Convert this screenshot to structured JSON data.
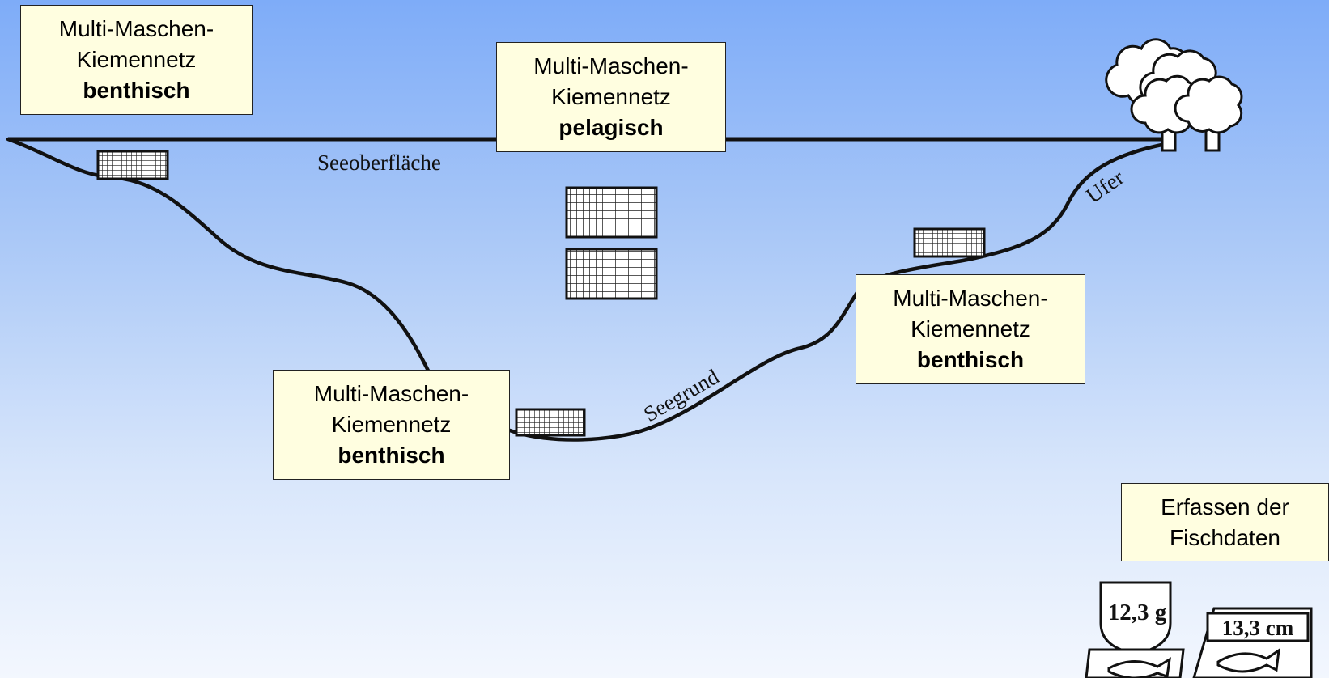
{
  "labels": {
    "surface": "Seeoberfläche",
    "lake_bottom": "Seegrund",
    "shore": "Ufer"
  },
  "boxes": {
    "top_left": {
      "line1": "Multi-Maschen-",
      "line2": "Kiemennetz",
      "line3": "benthisch"
    },
    "top_center": {
      "line1": "Multi-Maschen-",
      "line2": "Kiemennetz",
      "line3": "pelagisch"
    },
    "bottom_center": {
      "line1": "Multi-Maschen-",
      "line2": "Kiemennetz",
      "line3": "benthisch"
    },
    "right": {
      "line1": "Multi-Maschen-",
      "line2": "Kiemennetz",
      "line3": "benthisch"
    },
    "fish_data": {
      "line1": "Erfassen der",
      "line2": "Fischdaten"
    }
  },
  "measurements": {
    "weight": "12,3 g",
    "length": "13,3 cm"
  },
  "colors": {
    "box_fill": "#fffee0",
    "sky_top": "#7eacf8",
    "sky_bottom": "#f3f7fe"
  }
}
